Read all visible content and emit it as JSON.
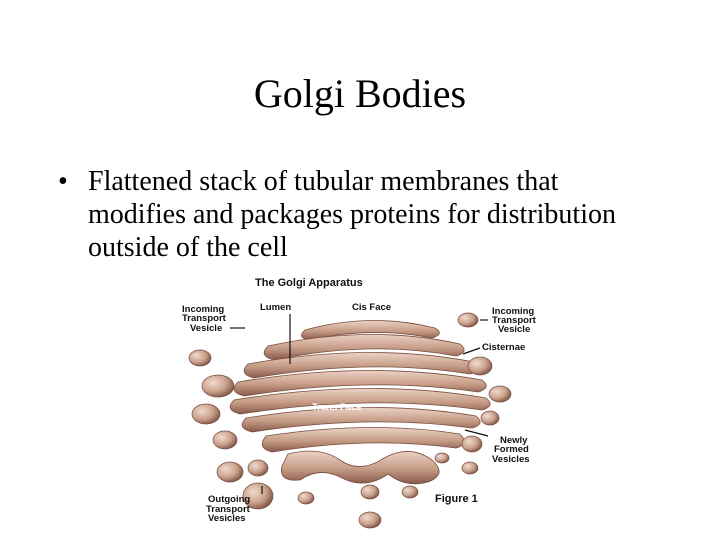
{
  "slide": {
    "title": "Golgi Bodies",
    "bullet": "Flattened stack of tubular membranes that modifies and packages proteins for distribution outside of the cell"
  },
  "diagram": {
    "title": "The Golgi Apparatus",
    "labels": {
      "incoming_left_1": "Incoming",
      "incoming_left_2": "Transport",
      "incoming_left_3": "Vesicle",
      "lumen": "Lumen",
      "cis_face": "Cis Face",
      "incoming_right_1": "Incoming",
      "incoming_right_2": "Transport",
      "incoming_right_3": "Vesicle",
      "cisternae": "Cisternae",
      "trans_face": "Trans Face",
      "newly_1": "Newly",
      "newly_2": "Formed",
      "newly_3": "Vesicles",
      "outgoing_1": "Outgoing",
      "outgoing_2": "Transport",
      "outgoing_3": "Vesicles",
      "figure": "Figure 1"
    },
    "colors": {
      "membrane": "#c9a08a",
      "membrane_dark": "#8a5e4c",
      "membrane_light": "#e9cdbf"
    }
  }
}
